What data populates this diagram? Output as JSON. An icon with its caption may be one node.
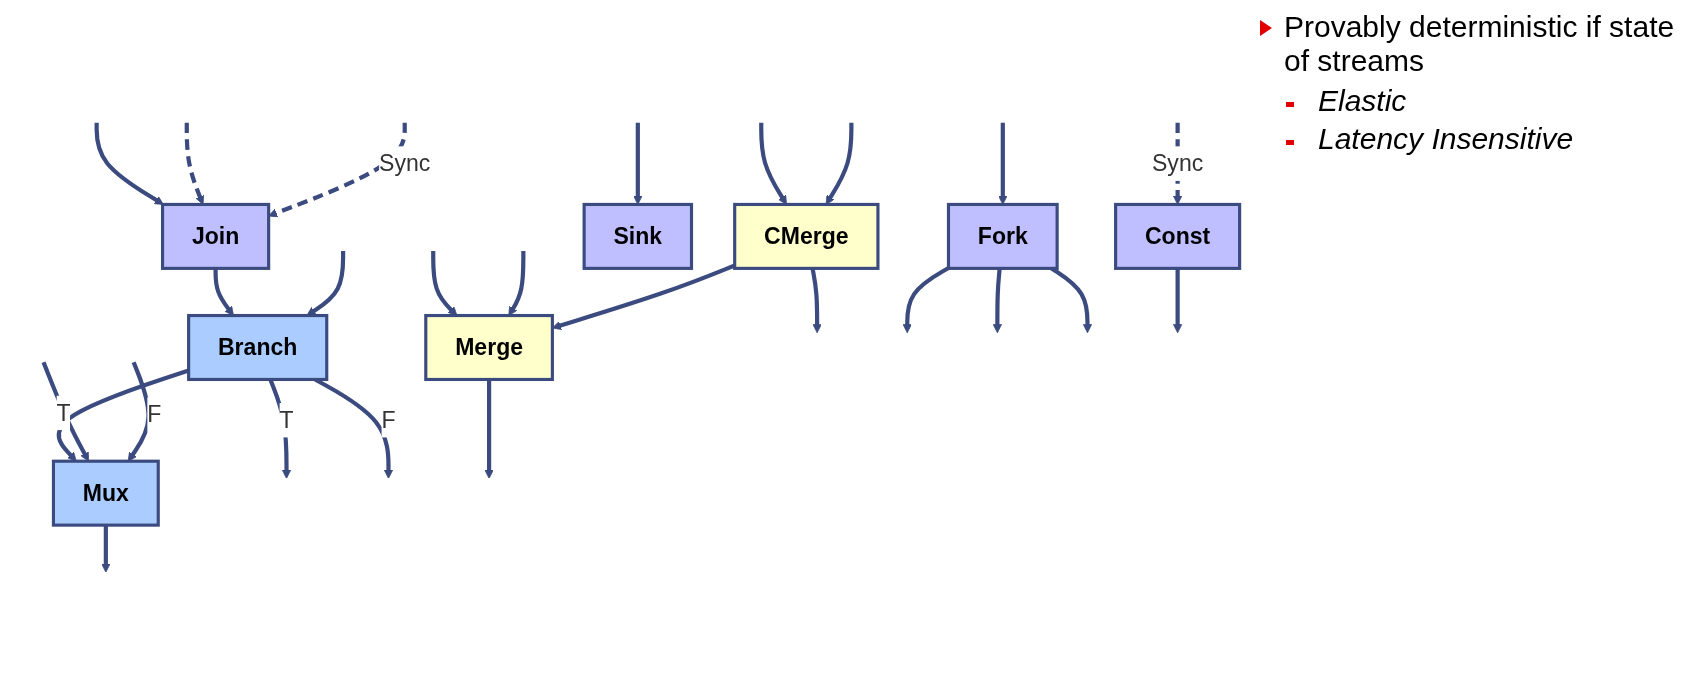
{
  "diagram": {
    "nodes": [
      {
        "text": [
          "Join"
        ]
      },
      {
        "text": [
          "Branch"
        ]
      },
      {
        "text": [
          "Mux"
        ]
      },
      {
        "text": [
          "Merge"
        ]
      },
      {
        "text": [
          "CMerge"
        ]
      },
      {
        "text": [
          "Fork"
        ]
      },
      {
        "text": [
          "Const"
        ]
      },
      {
        "text": [
          "Sink"
        ]
      }
    ],
    "edges": [
      {
        "from": null,
        "to": 0,
        "arrow": "to"
      },
      {
        "from": null,
        "to": 0,
        "arrow": "to",
        "style": "dashed"
      },
      {
        "from": null,
        "to": 0,
        "arrow": "to",
        "style": "dashed",
        "label": "Sync"
      },
      {
        "from": 0,
        "to": 1,
        "arrow": "to"
      },
      {
        "from": null,
        "to": 1,
        "arrow": "to"
      },
      {
        "from": 1,
        "to": null,
        "arrow": "to",
        "label": "T"
      },
      {
        "from": 1,
        "to": null,
        "arrow": "to",
        "label": "F"
      },
      {
        "from": 1,
        "to": 2,
        "arrow": "to"
      },
      {
        "from": null,
        "to": 2,
        "arrow": "to",
        "label": "T"
      },
      {
        "from": null,
        "to": 2,
        "arrow": "to",
        "label": "F"
      },
      {
        "from": 2,
        "to": null,
        "arrow": "to"
      },
      {
        "from": null,
        "to": 3,
        "arrow": "to"
      },
      {
        "from": null,
        "to": 3,
        "arrow": "to"
      },
      {
        "from": 3,
        "to": null,
        "arrow": "to"
      },
      {
        "from": 4,
        "to": 3,
        "arrow": "to"
      },
      {
        "from": null,
        "to": 4,
        "arrow": "to"
      },
      {
        "from": null,
        "to": 4,
        "arrow": "to"
      },
      {
        "from": 4,
        "to": null,
        "arrow": "to"
      },
      {
        "from": null,
        "to": 5,
        "arrow": "to"
      },
      {
        "from": 5,
        "to": null,
        "arrow": "to"
      },
      {
        "from": 5,
        "to": null,
        "arrow": "to"
      },
      {
        "from": 5,
        "to": null,
        "arrow": "to"
      },
      {
        "from": null,
        "to": 6,
        "arrow": "to",
        "style": "dashed",
        "label": "Sync"
      },
      {
        "from": 6,
        "to": null,
        "arrow": "to"
      },
      {
        "from": null,
        "to": 7,
        "arrow": "to"
      }
    ],
    "labels": [
      "Provably deterministic if state of streams",
      "Elastic",
      "Latency Insensitive"
    ]
  }
}
